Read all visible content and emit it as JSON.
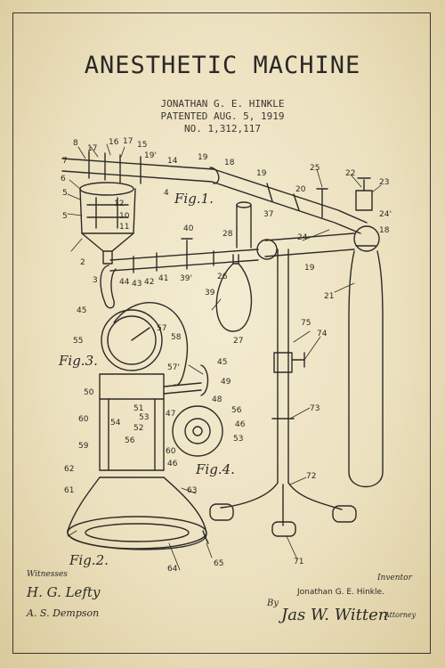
{
  "title": "ANESTHETIC MACHINE",
  "inventor_line": "JONATHAN G. E. HINKLE",
  "patent_date": "PATENTED AUG. 5, 1919",
  "patent_number": "NO. 1,312,117",
  "figures": [
    "Fig.1.",
    "Fig.3.",
    "Fig.4.",
    "Fig.2."
  ],
  "labels": [
    "8",
    "17",
    "16",
    "17",
    "15",
    "19'",
    "14",
    "19",
    "18",
    "7",
    "6",
    "4",
    "5",
    "12",
    "10",
    "11",
    "5",
    "2",
    "3",
    "19",
    "19",
    "25",
    "22",
    "23",
    "20",
    "24'",
    "18",
    "37",
    "28",
    "40",
    "39'",
    "39",
    "26",
    "24",
    "21",
    "44",
    "43",
    "42",
    "41",
    "45",
    "27",
    "75",
    "74",
    "55",
    "57",
    "58",
    "45",
    "57'",
    "49",
    "48",
    "50",
    "53",
    "51",
    "54",
    "52",
    "56",
    "60",
    "59",
    "47",
    "46",
    "53",
    "56",
    "60",
    "46",
    "73",
    "62",
    "72",
    "61",
    "63",
    "64",
    "65",
    "71"
  ],
  "footer": {
    "witnesses": "Witnesses",
    "witness1": "H. G. Lefty",
    "witness2": "A. S. Dempson",
    "inventor_heading": "Inventor",
    "inventor_name": "Jonathan G. E. Hinkle.",
    "by": "By",
    "attorney_signature": "Jas W. Witten",
    "attorney": "Attorney"
  },
  "colors": {
    "paper": "#efe6c8",
    "ink": "#2c2a26"
  }
}
